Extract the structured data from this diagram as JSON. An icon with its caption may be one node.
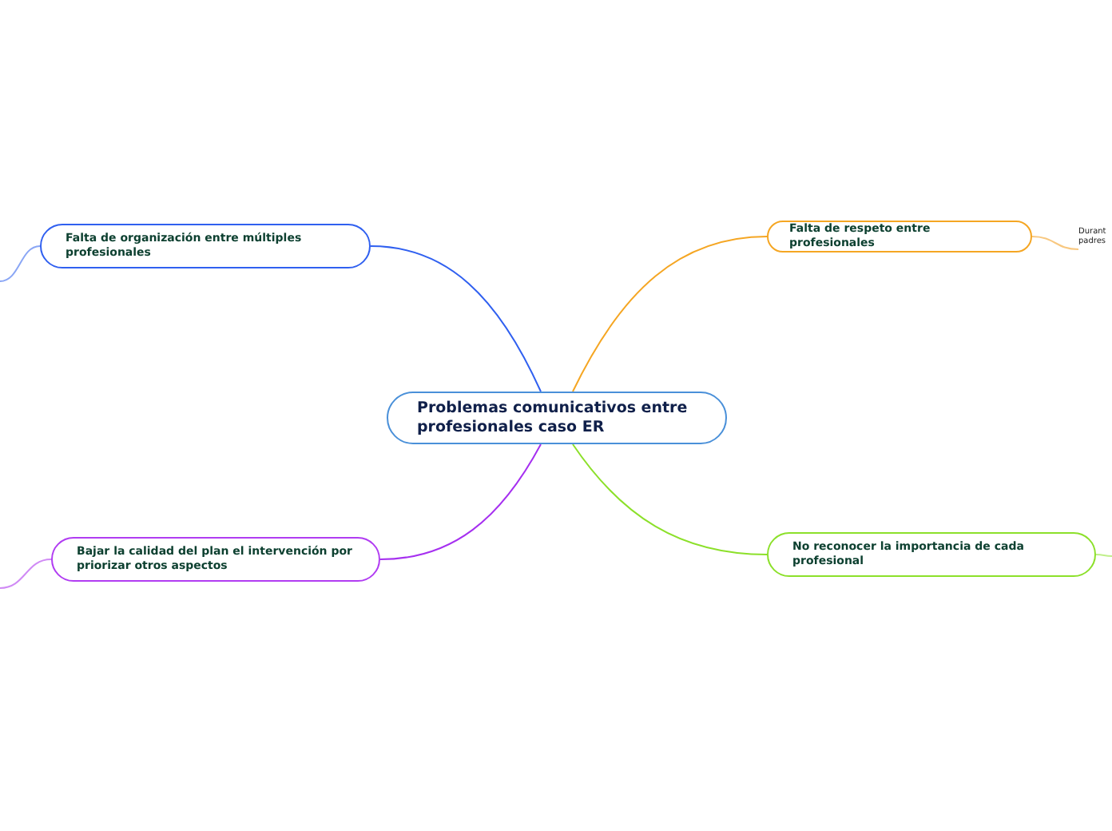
{
  "diagram": {
    "nodes": [
      {
        "text": [
          "Problemas comunicativos entre profesionales caso ER"
        ]
      },
      {
        "text": [
          "Falta de organización entre múltiples profesionales"
        ]
      },
      {
        "text": [
          "Falta de respeto entre profesionales"
        ]
      },
      {
        "text": [
          "Durant padres"
        ]
      },
      {
        "text": [
          "Bajar la calidad del plan el intervención por priorizar otros aspectos"
        ]
      },
      {
        "text": [
          "No reconocer la importancia de cada profesional"
        ]
      }
    ],
    "edges": [
      {
        "from": 0,
        "to": 1,
        "arrow": "none",
        "color": "#3060f0"
      },
      {
        "from": 0,
        "to": 2,
        "arrow": "none",
        "color": "#f5a623"
      },
      {
        "from": 0,
        "to": 4,
        "arrow": "none",
        "color": "#a630f0"
      },
      {
        "from": 0,
        "to": 5,
        "arrow": "none",
        "color": "#8ce02a"
      },
      {
        "from": 1,
        "to": null,
        "arrow": "none",
        "color": "#8aa6f5"
      },
      {
        "from": 2,
        "to": 3,
        "arrow": "none",
        "color": "#f8c880"
      },
      {
        "from": 4,
        "to": null,
        "arrow": "none",
        "color": "#d08af5"
      },
      {
        "from": 5,
        "to": null,
        "arrow": "none",
        "color": "#c0ef8a"
      }
    ]
  }
}
